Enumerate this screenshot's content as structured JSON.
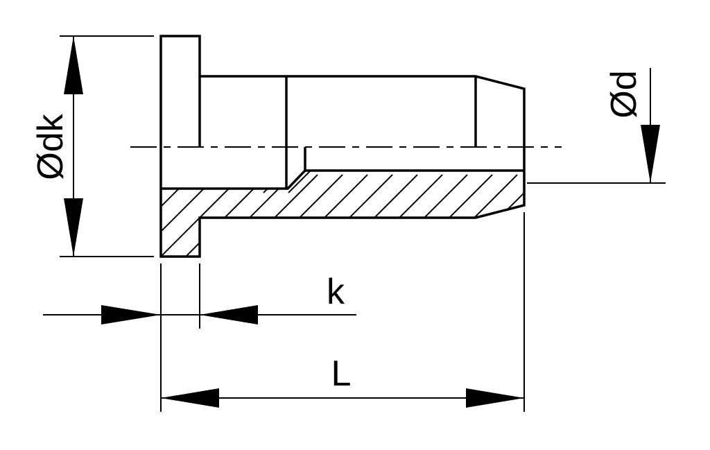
{
  "labels": {
    "head_diameter": "Ødk",
    "shank_diameter": "Ød",
    "head_height": "k",
    "length": "L"
  }
}
